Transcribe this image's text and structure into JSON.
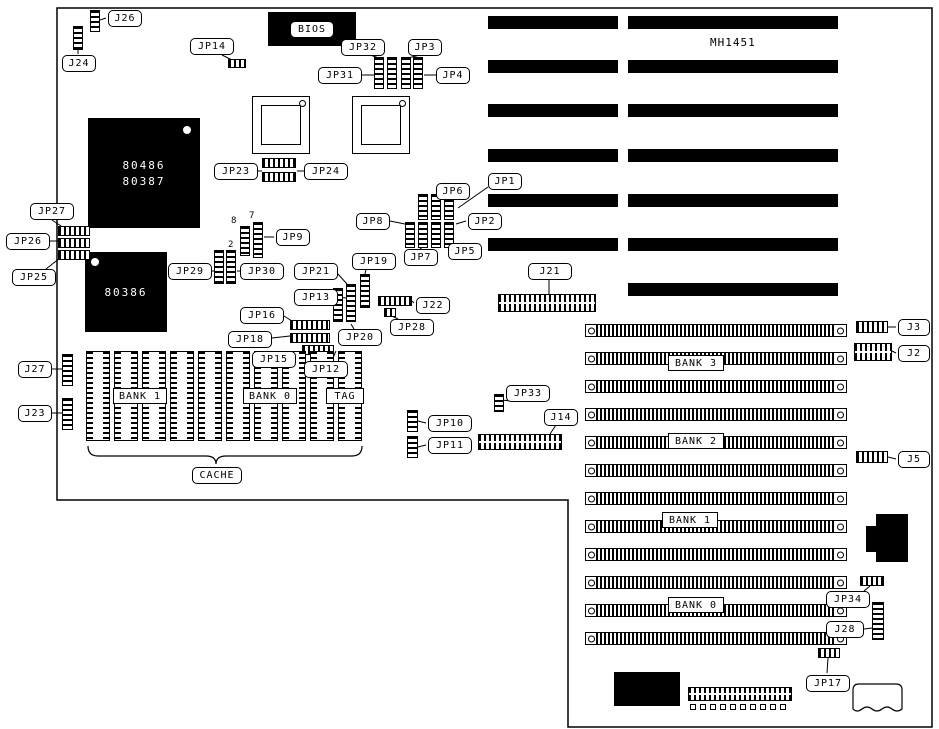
{
  "board": {
    "model": "MH1451"
  },
  "chips": {
    "bios": "BIOS",
    "cpu_line1": "80486",
    "cpu_line2": "80387",
    "proc_386": "80386"
  },
  "cache": {
    "label": "CACHE",
    "bank1": "BANK 1",
    "bank0": "BANK 0",
    "tag": "TAG"
  },
  "simm": {
    "bank3": "BANK 3",
    "bank2": "BANK 2",
    "bank1": "BANK 1",
    "bank0": "BANK 0"
  },
  "pin_numbers": {
    "p8": "8",
    "p7": "7",
    "p2": "2"
  },
  "callouts": {
    "J26": "J26",
    "J24": "J24",
    "JP14": "JP14",
    "JP32": "JP32",
    "JP3": "JP3",
    "JP31": "JP31",
    "JP4": "JP4",
    "JP23": "JP23",
    "JP24": "JP24",
    "JP27": "JP27",
    "JP26": "JP26",
    "JP25": "JP25",
    "JP9": "JP9",
    "JP29": "JP29",
    "JP30": "JP30",
    "JP8": "JP8",
    "JP6": "JP6",
    "JP1": "JP1",
    "JP2": "JP2",
    "JP5": "JP5",
    "JP7": "JP7",
    "JP19": "JP19",
    "JP21": "JP21",
    "JP13": "JP13",
    "J22": "J22",
    "JP28": "JP28",
    "JP20": "JP20",
    "JP16": "JP16",
    "JP18": "JP18",
    "JP15": "JP15",
    "JP12": "JP12",
    "J21": "J21",
    "J27": "J27",
    "J23": "J23",
    "JP10": "JP10",
    "JP11": "JP11",
    "JP33": "JP33",
    "J14": "J14",
    "J3": "J3",
    "J2": "J2",
    "J5": "J5",
    "JP34": "JP34",
    "J28": "J28",
    "JP17": "JP17"
  }
}
